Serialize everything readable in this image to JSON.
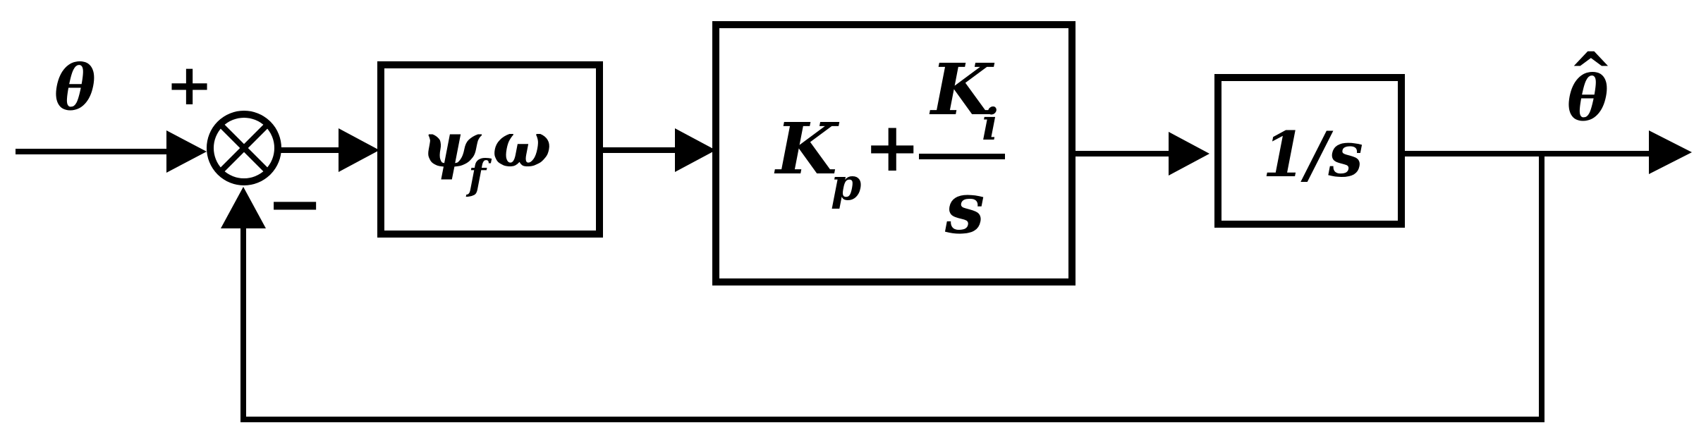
{
  "input_signal": {
    "symbol": "θ"
  },
  "summing_junction": {
    "plus_sign": "+",
    "minus_sign": "−"
  },
  "block_flux_speed": {
    "base": "ψ",
    "subscript": "f",
    "suffix": "ω"
  },
  "block_pi_controller": {
    "kp_base": "K",
    "kp_subscript": "p",
    "plus": "+",
    "ki_base": "K",
    "ki_subscript": "i",
    "denominator": "s"
  },
  "block_integrator": {
    "label": "1/s"
  },
  "output_signal": {
    "symbol": "θ",
    "hat": "^"
  }
}
